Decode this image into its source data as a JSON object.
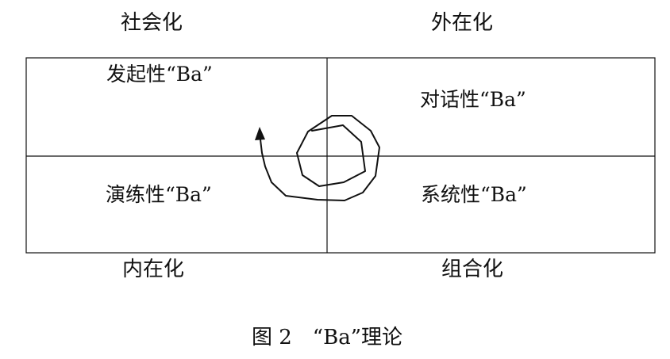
{
  "axis_labels": {
    "top_left": "社会化",
    "top_right": "外在化",
    "bottom_left": "内在化",
    "bottom_right": "组合化"
  },
  "quadrants": {
    "top_left": "发起性“Ba”",
    "top_right": "对话性“Ba”",
    "bottom_left": "演练性“Ba”",
    "bottom_right": "系统性“Ba”"
  },
  "caption": "图 2　“Ba”理论",
  "colors": {
    "line": "#111111",
    "background": "#ffffff"
  },
  "icons": {
    "spiral": "spiral-arrow-icon"
  }
}
